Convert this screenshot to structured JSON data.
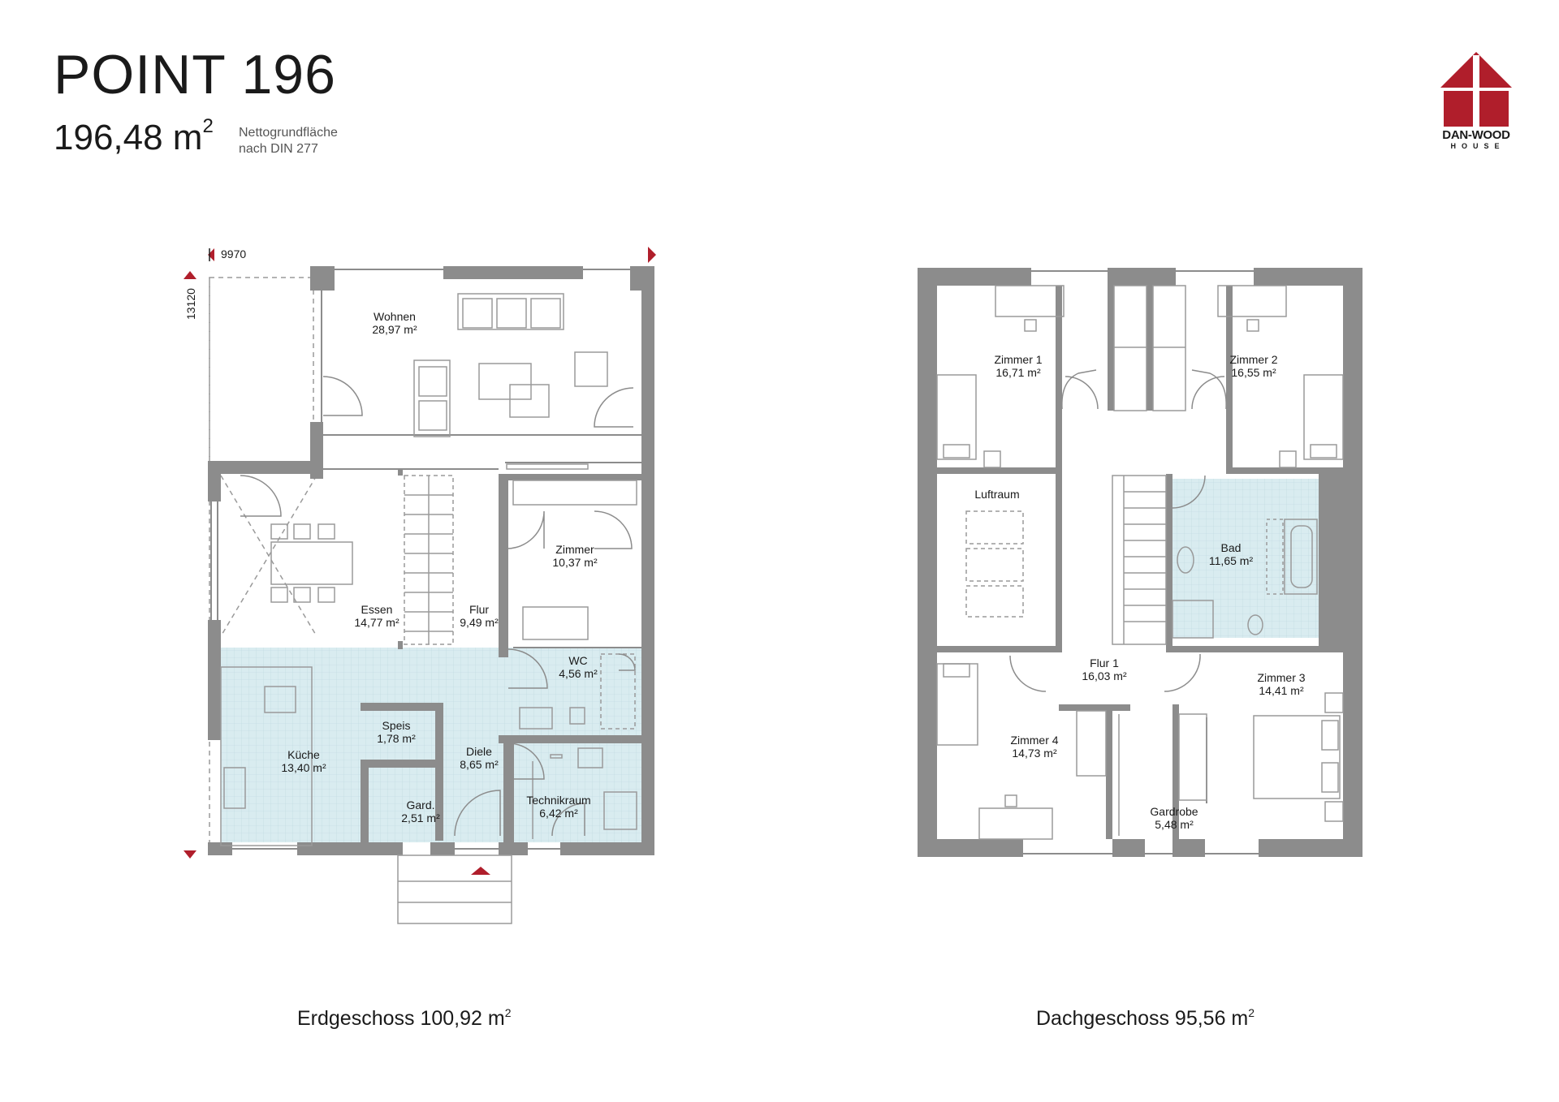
{
  "header": {
    "title": "POINT 196",
    "area_value": "196,48 m",
    "area_sup": "2",
    "note_line1": "Nettogrundfläche",
    "note_line2": "nach DIN 277"
  },
  "logo": {
    "name": "DAN-WOOD",
    "sub": "HOUSE"
  },
  "colors": {
    "wall": "#8c8c8c",
    "wet": "#d9ecf0",
    "accent": "#b01e2b",
    "furniture": "#9a9a9a"
  },
  "dimensions": {
    "width": "9970",
    "depth": "13120"
  },
  "ground_floor": {
    "caption": "Erdgeschoss 100,92 m",
    "caption_sup": "2",
    "rooms": [
      {
        "name": "Wohnen",
        "area": "28,97 m²"
      },
      {
        "name": "Zimmer",
        "area": "10,37 m²"
      },
      {
        "name": "Essen",
        "area": "14,77 m²"
      },
      {
        "name": "Flur",
        "area": "9,49 m²"
      },
      {
        "name": "WC",
        "area": "4,56 m²"
      },
      {
        "name": "Speis",
        "area": "1,78 m²"
      },
      {
        "name": "Küche",
        "area": "13,40 m²"
      },
      {
        "name": "Diele",
        "area": "8,65 m²"
      },
      {
        "name": "Technikraum",
        "area": "6,42 m²"
      },
      {
        "name": "Gard.",
        "area": "2,51 m²"
      }
    ]
  },
  "upper_floor": {
    "caption": "Dachgeschoss 95,56 m",
    "caption_sup": "2",
    "rooms": [
      {
        "name": "Zimmer 1",
        "area": "16,71 m²"
      },
      {
        "name": "Zimmer 2",
        "area": "16,55 m²"
      },
      {
        "name": "Luftraum",
        "area": ""
      },
      {
        "name": "Bad",
        "area": "11,65 m²"
      },
      {
        "name": "Flur 1",
        "area": "16,03 m²"
      },
      {
        "name": "Zimmer 3",
        "area": "14,41 m²"
      },
      {
        "name": "Zimmer 4",
        "area": "14,73 m²"
      },
      {
        "name": "Gardrobe",
        "area": "5,48 m²"
      }
    ]
  }
}
